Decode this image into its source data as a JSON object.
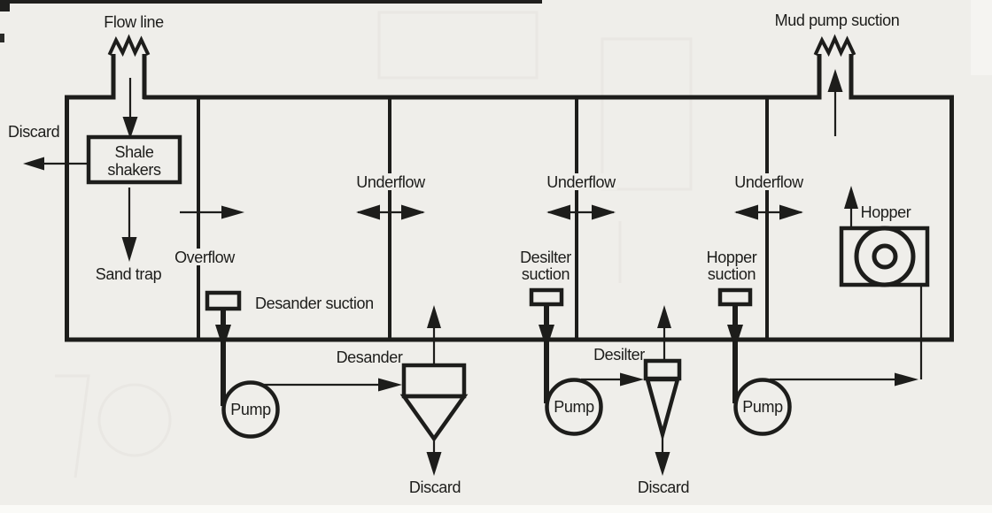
{
  "colors": {
    "paper": "#efeeea",
    "ink": "#1d1d1b"
  },
  "labels": {
    "flow_line": "Flow line",
    "mud_pump_suction": "Mud pump suction",
    "discard_shakers": "Discard",
    "shale_shakers_1": "Shale",
    "shale_shakers_2": "shakers",
    "sand_trap": "Sand trap",
    "overflow": "Overflow",
    "underflow_a": "Underflow",
    "underflow_b": "Underflow",
    "underflow_c": "Underflow",
    "desander_suction": "Desander suction",
    "desander_pump": "Pump",
    "desander_unit": "Desander",
    "desander_discard": "Discard",
    "desilter_suction_1": "Desilter",
    "desilter_suction_2": "suction",
    "desilter_pump": "Pump",
    "desilter_unit": "Desilter",
    "desilter_discard": "Discard",
    "hopper_suction_1": "Hopper",
    "hopper_suction_2": "suction",
    "hopper_pump": "Pump",
    "hopper_unit": "Hopper"
  }
}
